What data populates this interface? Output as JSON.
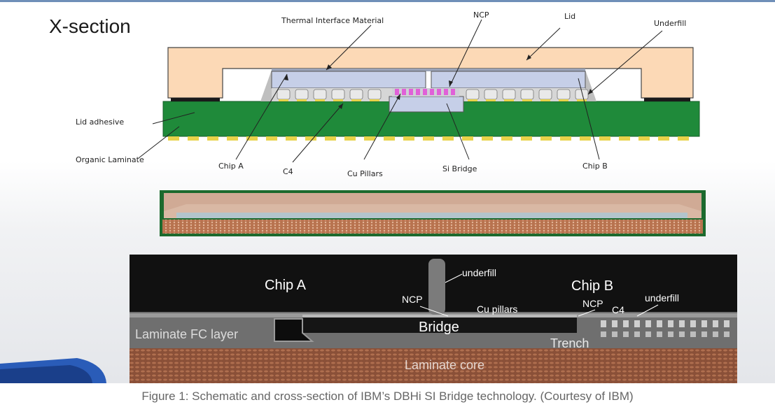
{
  "title": "X-section",
  "schematic_labels": {
    "tim": "Thermal Interface Material",
    "ncp": "NCP",
    "lid": "Lid",
    "underfill": "Underfill",
    "lid_adhesive": "Lid adhesive",
    "organic_laminate": "Organic Laminate",
    "chip_a": "Chip A",
    "c4": "C4",
    "cu_pillars": "Cu Pillars",
    "si_bridge": "Si Bridge",
    "chip_b": "Chip B"
  },
  "xsection_labels": {
    "chip_a": "Chip A",
    "underfill_center": "underfill",
    "chip_b": "Chip B",
    "ncp_left": "NCP",
    "cu_pillars": "Cu pillars",
    "ncp_right": "NCP",
    "c4": "C4",
    "underfill_right": "underfill",
    "laminate_fc_layer": "Laminate FC layer",
    "bridge": "Bridge",
    "trench": "Trench",
    "laminate_core": "Laminate core"
  },
  "caption": "Figure 1: Schematic and cross-section of IBM’s DBHi SI Bridge technology. (Courtesy of IBM)",
  "colors": {
    "lid": "#fcd9b6",
    "chip": "#c6cfe8",
    "laminate": "#1f8a3a",
    "pad": "#e8d24a",
    "cu_pillar": "#e060d8"
  }
}
